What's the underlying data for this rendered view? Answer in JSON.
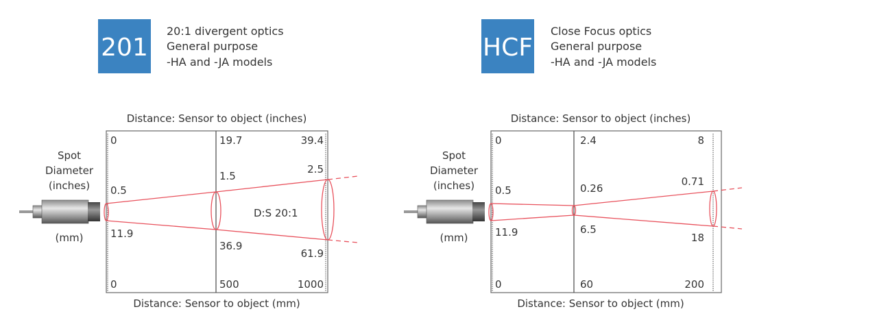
{
  "panels": [
    {
      "badge": "201",
      "description": [
        "20:1 divergent optics",
        "General purpose",
        "-HA and -JA models"
      ],
      "top_axis_title": "Distance: Sensor to object (inches)",
      "bottom_axis_title": "Distance: Sensor to object (mm)",
      "spot_label": [
        "Spot",
        "Diameter",
        "(inches)"
      ],
      "mm_label": "(mm)",
      "distance_inches": [
        "0",
        "19.7",
        "39.4"
      ],
      "distance_mm": [
        "0",
        "500",
        "1000"
      ],
      "spot_inches": [
        "0.5",
        "1.5",
        "2.5"
      ],
      "spot_mm": [
        "11.9",
        "36.9",
        "61.9"
      ],
      "ratio_label": "D:S 20:1"
    },
    {
      "badge": "HCF",
      "description": [
        "Close Focus optics",
        "General purpose",
        "-HA and -JA models"
      ],
      "top_axis_title": "Distance: Sensor to object (inches)",
      "bottom_axis_title": "Distance: Sensor to object (mm)",
      "spot_label": [
        "Spot",
        "Diameter",
        "(inches)"
      ],
      "mm_label": "(mm)",
      "distance_inches": [
        "0",
        "2.4",
        "8"
      ],
      "distance_mm": [
        "0",
        "60",
        "200"
      ],
      "spot_inches": [
        "0.5",
        "0.26",
        "0.71"
      ],
      "spot_mm": [
        "11.9",
        "6.5",
        "18"
      ]
    }
  ],
  "colors": {
    "badge": "#3b83c1",
    "beam": "#e8505b"
  }
}
